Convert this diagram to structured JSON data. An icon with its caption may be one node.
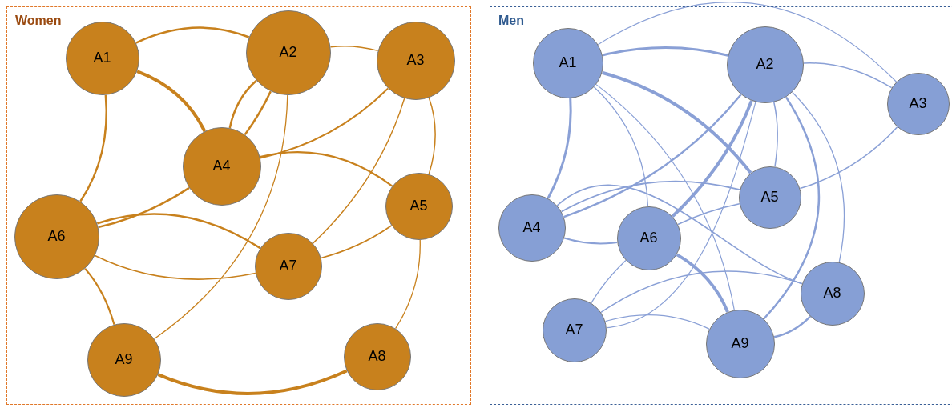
{
  "diagram": {
    "nodes": [
      {
        "text": [
          "Women"
        ]
      },
      {
        "text": [
          "A1"
        ],
        "in": 0
      },
      {
        "text": [
          "A2"
        ],
        "in": 0
      },
      {
        "text": [
          "A3"
        ],
        "in": 0
      },
      {
        "text": [
          "A4"
        ],
        "in": 0
      },
      {
        "text": [
          "A5"
        ],
        "in": 0
      },
      {
        "text": [
          "A6"
        ],
        "in": 0
      },
      {
        "text": [
          "A7"
        ],
        "in": 0
      },
      {
        "text": [
          "A8"
        ],
        "in": 0
      },
      {
        "text": [
          "A9"
        ],
        "in": 0
      },
      {
        "text": [
          "Men"
        ]
      },
      {
        "text": [
          "A1"
        ],
        "in": 10
      },
      {
        "text": [
          "A2"
        ],
        "in": 10
      },
      {
        "text": [
          "A3"
        ],
        "in": 10
      },
      {
        "text": [
          "A4"
        ],
        "in": 10
      },
      {
        "text": [
          "A5"
        ],
        "in": 10
      },
      {
        "text": [
          "A6"
        ],
        "in": 10
      },
      {
        "text": [
          "A7"
        ],
        "in": 10
      },
      {
        "text": [
          "A8"
        ],
        "in": 10
      },
      {
        "text": [
          "A9"
        ],
        "in": 10
      }
    ],
    "edges": [
      {
        "from": 1,
        "to": 2,
        "arrow": "none",
        "color": "#c8811d"
      },
      {
        "from": 2,
        "to": 3,
        "arrow": "none",
        "color": "#c8811d"
      },
      {
        "from": 1,
        "to": 4,
        "arrow": "none",
        "style": "thick",
        "color": "#c8811d"
      },
      {
        "from": 1,
        "to": 6,
        "arrow": "none",
        "color": "#c8811d"
      },
      {
        "from": 2,
        "to": 4,
        "arrow": "none",
        "color": "#c8811d"
      },
      {
        "from": 2,
        "to": 4,
        "arrow": "none",
        "color": "#c8811d"
      },
      {
        "from": 4,
        "to": 6,
        "arrow": "none",
        "color": "#c8811d"
      },
      {
        "from": 2,
        "to": 9,
        "arrow": "none",
        "color": "#c8811d"
      },
      {
        "from": 3,
        "to": 4,
        "arrow": "none",
        "color": "#c8811d"
      },
      {
        "from": 3,
        "to": 7,
        "arrow": "none",
        "color": "#c8811d"
      },
      {
        "from": 3,
        "to": 5,
        "arrow": "none",
        "color": "#c8811d"
      },
      {
        "from": 4,
        "to": 5,
        "arrow": "none",
        "color": "#c8811d"
      },
      {
        "from": 6,
        "to": 7,
        "arrow": "none",
        "color": "#c8811d"
      },
      {
        "from": 6,
        "to": 7,
        "arrow": "none",
        "color": "#c8811d"
      },
      {
        "from": 7,
        "to": 5,
        "arrow": "none",
        "color": "#c8811d"
      },
      {
        "from": 5,
        "to": 8,
        "arrow": "none",
        "color": "#c8811d"
      },
      {
        "from": 6,
        "to": 9,
        "arrow": "none",
        "color": "#c8811d"
      },
      {
        "from": 9,
        "to": 8,
        "arrow": "none",
        "style": "thick",
        "color": "#c8811d"
      },
      {
        "from": 11,
        "to": 12,
        "arrow": "none"
      },
      {
        "from": 11,
        "to": 13,
        "arrow": "none"
      },
      {
        "from": 12,
        "to": 13,
        "arrow": "none"
      },
      {
        "from": 11,
        "to": 15,
        "arrow": "none",
        "style": "thick"
      },
      {
        "from": 11,
        "to": 14,
        "arrow": "none"
      },
      {
        "from": 11,
        "to": 16,
        "arrow": "none"
      },
      {
        "from": 11,
        "to": 19,
        "arrow": "none"
      },
      {
        "from": 12,
        "to": 14,
        "arrow": "none"
      },
      {
        "from": 12,
        "to": 16,
        "arrow": "none",
        "style": "thick"
      },
      {
        "from": 12,
        "to": 17,
        "arrow": "none"
      },
      {
        "from": 12,
        "to": 15,
        "arrow": "none"
      },
      {
        "from": 12,
        "to": 19,
        "arrow": "none"
      },
      {
        "from": 12,
        "to": 18,
        "arrow": "none"
      },
      {
        "from": 13,
        "to": 15,
        "arrow": "none"
      },
      {
        "from": 14,
        "to": 15,
        "arrow": "none"
      },
      {
        "from": 14,
        "to": 16,
        "arrow": "none"
      },
      {
        "from": 14,
        "to": 18,
        "arrow": "none"
      },
      {
        "from": 16,
        "to": 15,
        "arrow": "none"
      },
      {
        "from": 16,
        "to": 19,
        "arrow": "none",
        "style": "thick"
      },
      {
        "from": 16,
        "to": 17,
        "arrow": "none"
      },
      {
        "from": 17,
        "to": 18,
        "arrow": "none"
      },
      {
        "from": 17,
        "to": 19,
        "arrow": "none"
      },
      {
        "from": 19,
        "to": 18,
        "arrow": "none"
      }
    ]
  }
}
